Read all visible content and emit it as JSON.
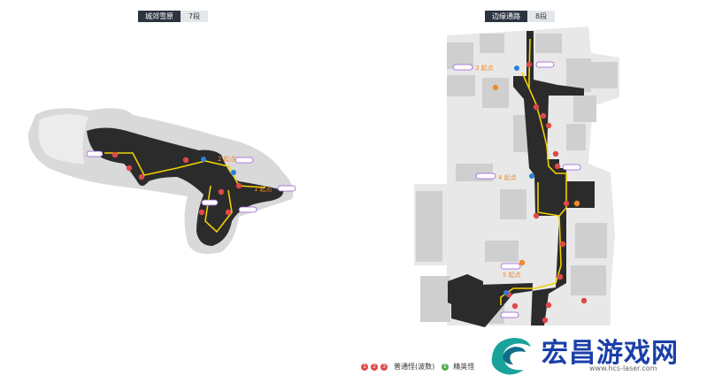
{
  "left_map": {
    "area": "城郊雪原",
    "floor": "7段",
    "start_labels": [
      "2 起点",
      "1 起点"
    ]
  },
  "right_map": {
    "area": "边缘通路",
    "floor": "8段",
    "start_labels": [
      "3 起点",
      "4 起点",
      "5 起点"
    ]
  },
  "legend": {
    "normal_markers": [
      "1",
      "2",
      "3"
    ],
    "normal_label": "普通怪(波数)",
    "elite_marker": "E",
    "elite_label": "精英怪"
  },
  "watermark": {
    "brand": "宏昌游戏网",
    "url": "www.hcs-laser.com"
  },
  "colors": {
    "path": "#f0d000",
    "marker_red": "#e04848",
    "start_orange": "#f08a2a",
    "npc_purple": "#9a5ad0",
    "floor_dark": "#2b2b2b"
  }
}
